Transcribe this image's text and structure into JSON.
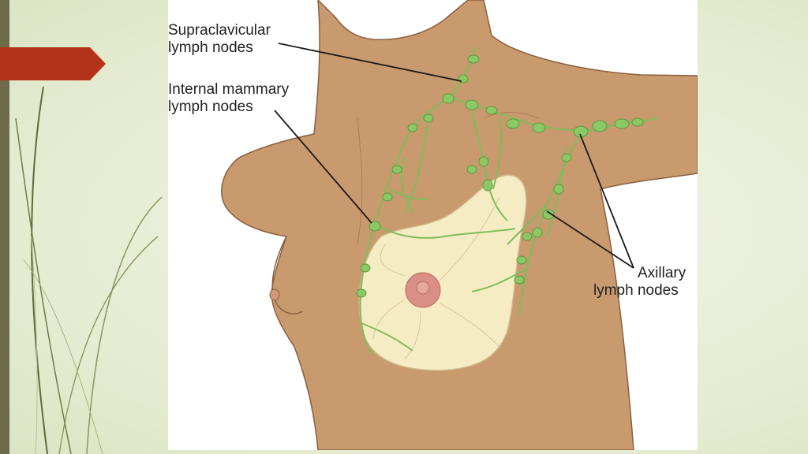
{
  "slide": {
    "background_color": "#e6ecd3",
    "accent_bar_color": "#6f6a4a",
    "arrow_tab_color": "#b3321a"
  },
  "figure": {
    "labels": {
      "supraclavicular_line1": "Supraclavicular",
      "supraclavicular_line2": "lymph nodes",
      "internal_mammary_line1": "Internal mammary",
      "internal_mammary_line2": "lymph nodes",
      "axillary_line1": "Axillary",
      "axillary_line2": "lymph nodes"
    },
    "colors": {
      "skin": "#c99a6e",
      "breast_tissue": "#f6ecc4",
      "lymph": "#7fbd5c",
      "areola": "#d98f85"
    }
  }
}
